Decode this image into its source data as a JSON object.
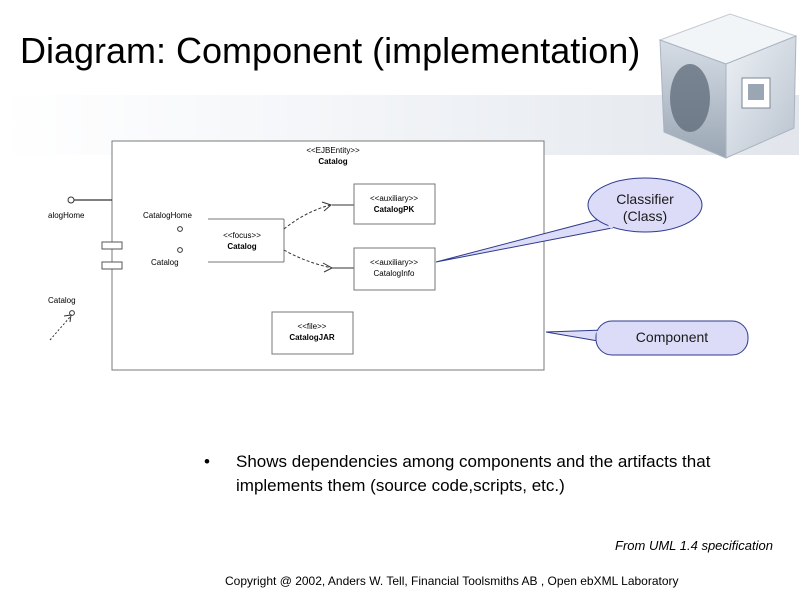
{
  "slide": {
    "title": "Diagram: Component (implementation)",
    "bullet": "Shows dependencies among components and the artifacts that implements them (source code,scripts, etc.)",
    "bullet_marker": "•",
    "source": "From UML 1.4 specification",
    "copyright": "Copyright @ 2002, Anders W. Tell, Financial Toolsmiths AB , Open ebXML Laboratory"
  },
  "diagram": {
    "component_stereotype": "<<EJBEntity>>",
    "component_name": "Catalog",
    "interface_left": "alogHome",
    "interface_catalog_home": "CatalogHome",
    "interface_catalog": "Catalog",
    "interface_bottom_left": "Catalog",
    "focus_stereotype": "<<focus>>",
    "focus_name": "Catalog",
    "aux1_stereotype": "<<auxiliary>>",
    "aux1_name": "CatalogPK",
    "aux2_stereotype": "<<auxiliary>>",
    "aux2_name": "CatalogInfo",
    "file_stereotype": "<<file>>",
    "file_name": "CatalogJAR"
  },
  "callouts": {
    "classifier_line1": "Classifier",
    "classifier_line2": "(Class)",
    "component": "Component",
    "fill_color": "#dcdcf8",
    "stroke_color": "#2e3a8c"
  }
}
